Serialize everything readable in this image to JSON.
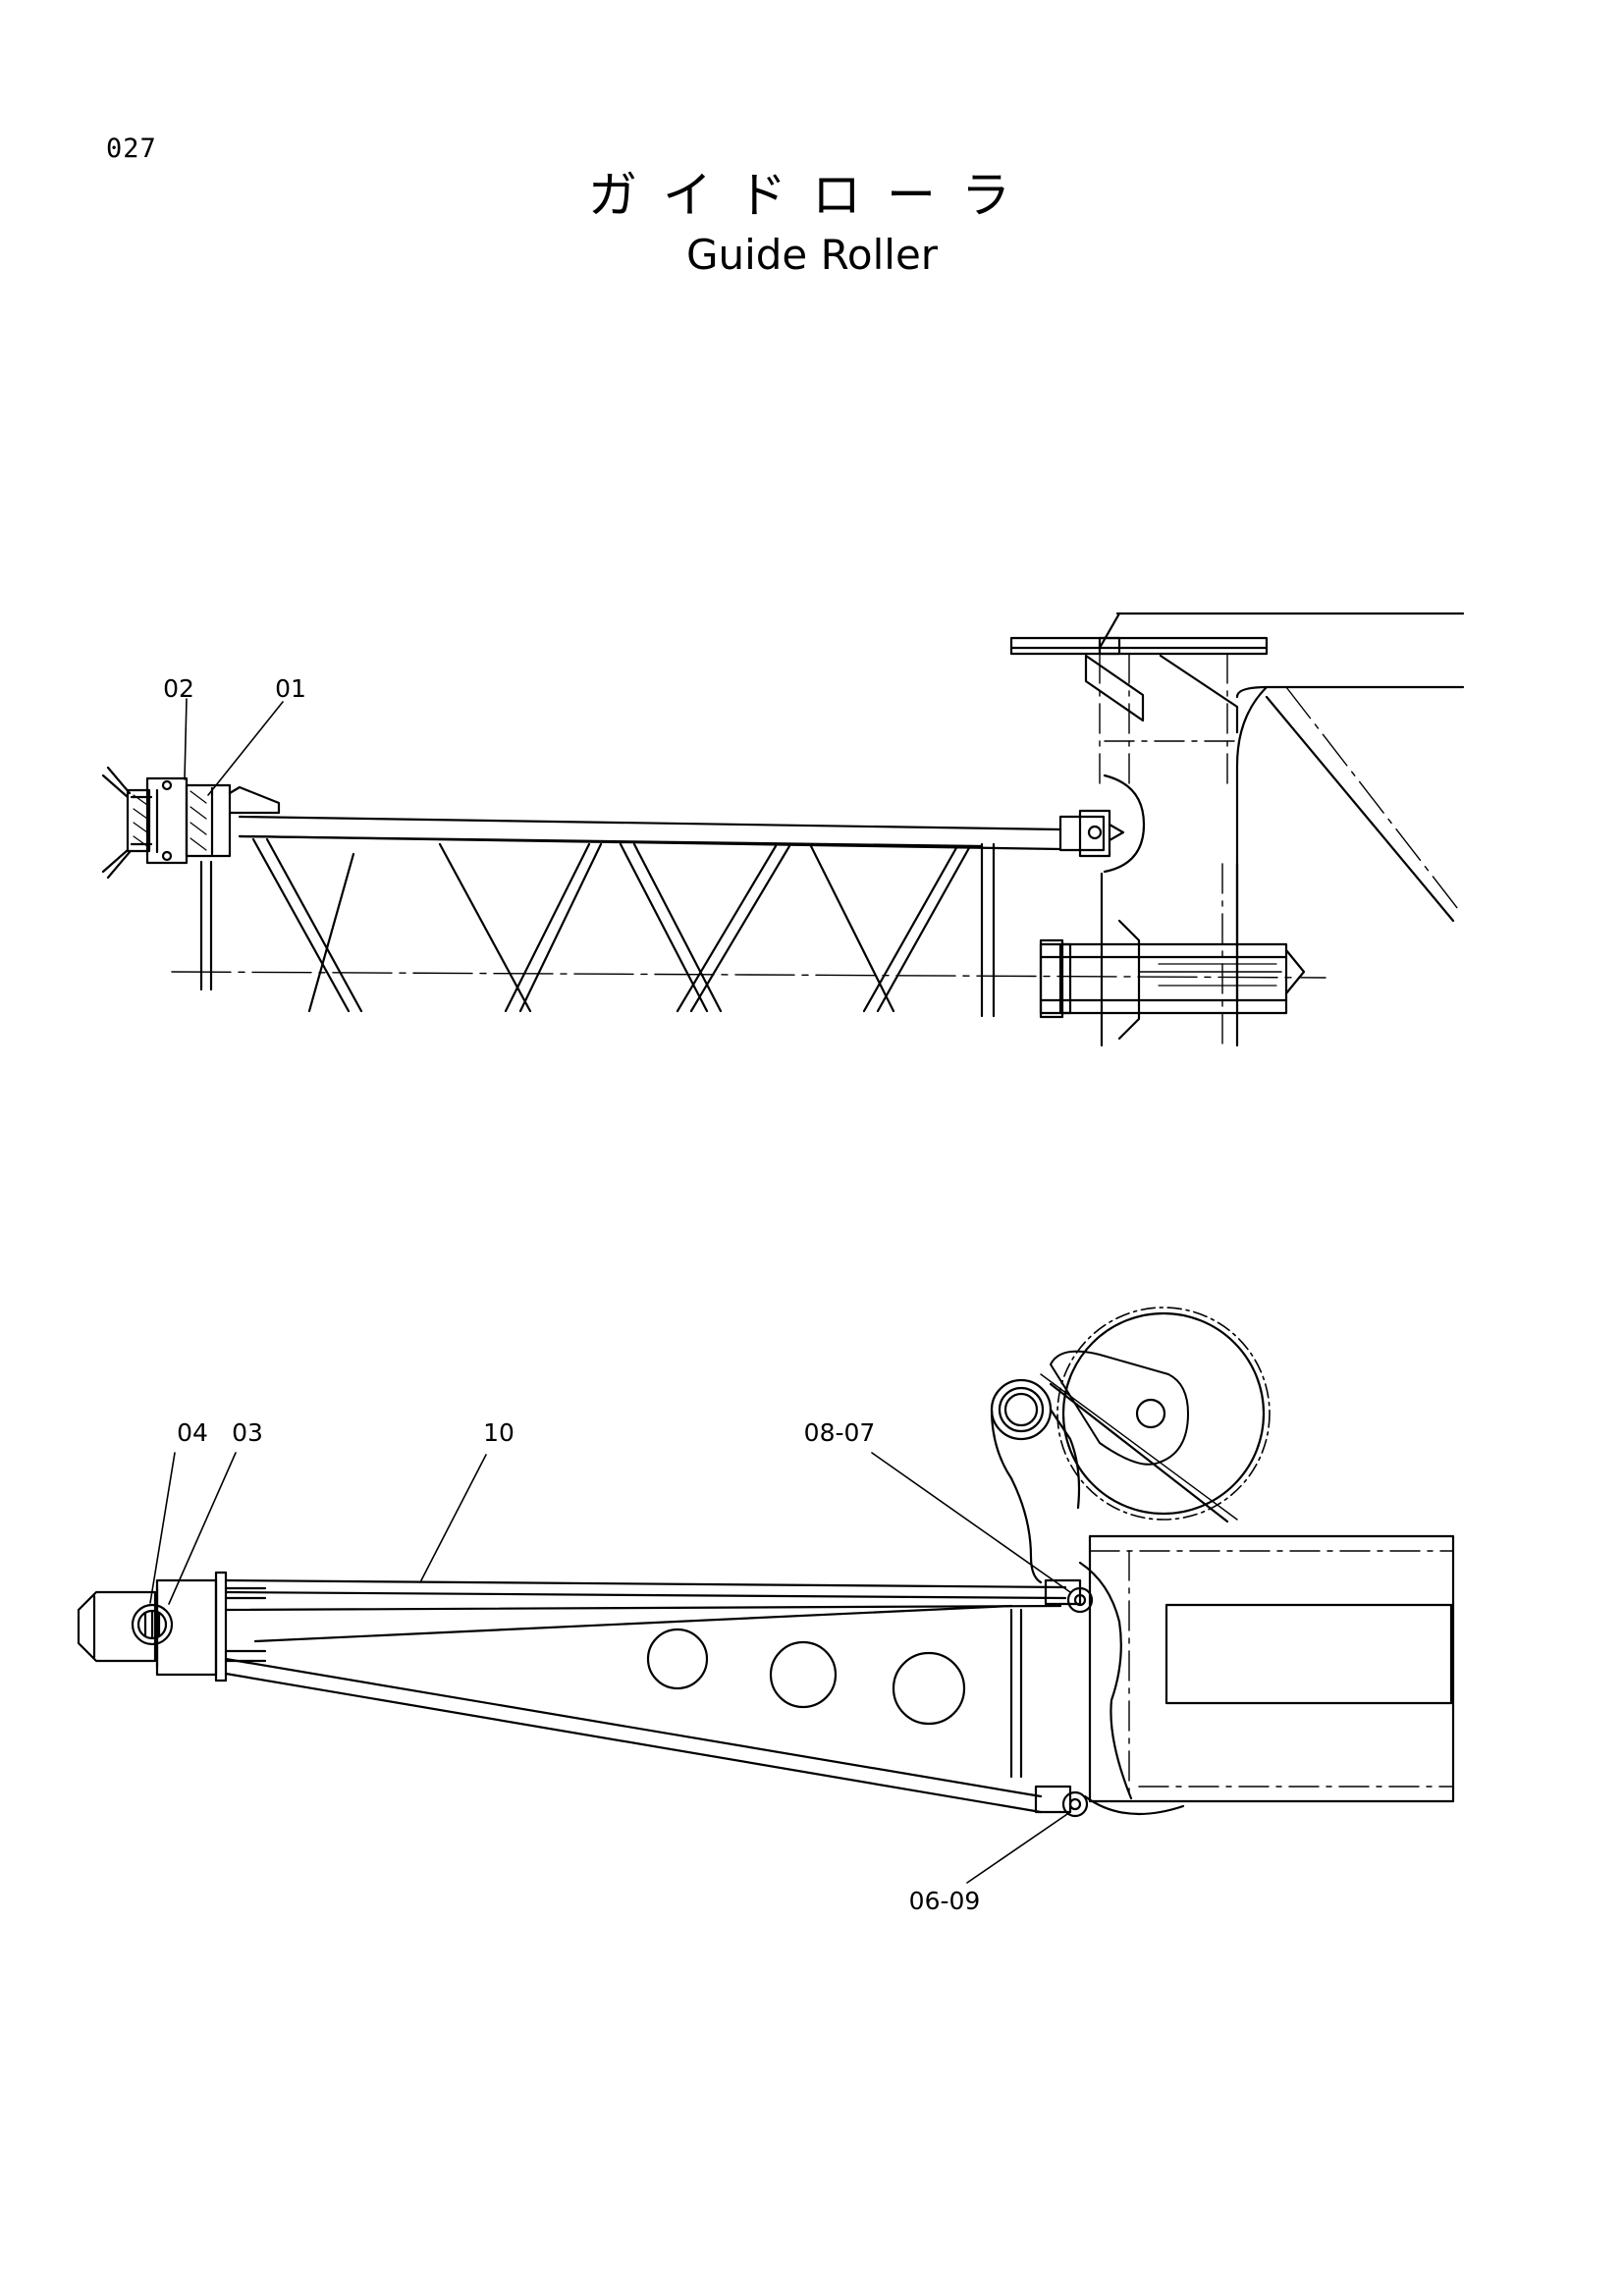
{
  "page_number": "027",
  "title": {
    "ja": "ガイドローラ",
    "en": "Guide Roller"
  },
  "callouts": {
    "upper": {
      "c02": "02",
      "c01": "01"
    },
    "lower": {
      "c04": "04",
      "c03": "03",
      "c10": "10",
      "c0807": "08-07",
      "c0609": "06-09"
    }
  },
  "colors": {
    "line": "#000000",
    "paper": "#ffffff"
  }
}
